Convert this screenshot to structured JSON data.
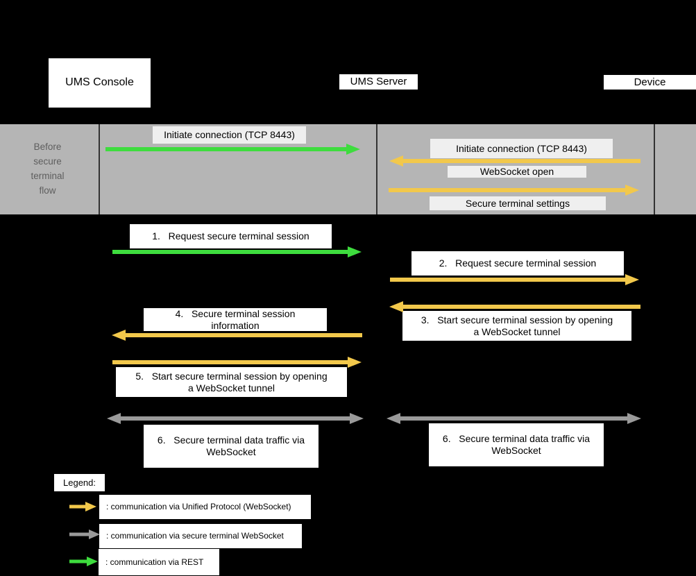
{
  "colors": {
    "background": "#000000",
    "band_bg": "#b5b5b5",
    "band_label_bg": "#efefef",
    "band_text": "#5e5e5e",
    "lifeline": "#333333",
    "rest_green": "#3edc3e",
    "unified_protocol_yellow": "#f2c84b",
    "secure_terminal_gray": "#9a9a9a"
  },
  "actors": {
    "console": "UMS Console",
    "server": "UMS Server",
    "device": "Device"
  },
  "band": {
    "before_label": "Before\nsecure\nterminal\nflow",
    "msg_initiate_console": "Initiate connection (TCP 8443)",
    "msg_initiate_device": "Initiate connection (TCP 8443)",
    "msg_websocket_open": "WebSocket open",
    "msg_secure_settings": "Secure terminal settings"
  },
  "steps": {
    "s1": "1.   Request secure terminal session",
    "s2": "2.   Request secure terminal session",
    "s3": "3.   Start secure terminal session by opening\na WebSocket tunnel",
    "s4": "4.   Secure terminal session\ninformation",
    "s5": "5.   Start secure terminal session by opening\na WebSocket tunnel",
    "s6_left": "6.   Secure terminal data traffic via\nWebSocket",
    "s6_right": "6.   Secure terminal data traffic via\nWebSocket"
  },
  "legend": {
    "title": "Legend:",
    "items": [
      {
        "arrow": "unified-protocol-yellow",
        "label": ": communication via Unified Protocol (WebSocket)"
      },
      {
        "arrow": "secure-terminal-gray",
        "label": ": communication via secure terminal WebSocket"
      },
      {
        "arrow": "rest-green",
        "label": ": communication via REST"
      }
    ]
  }
}
